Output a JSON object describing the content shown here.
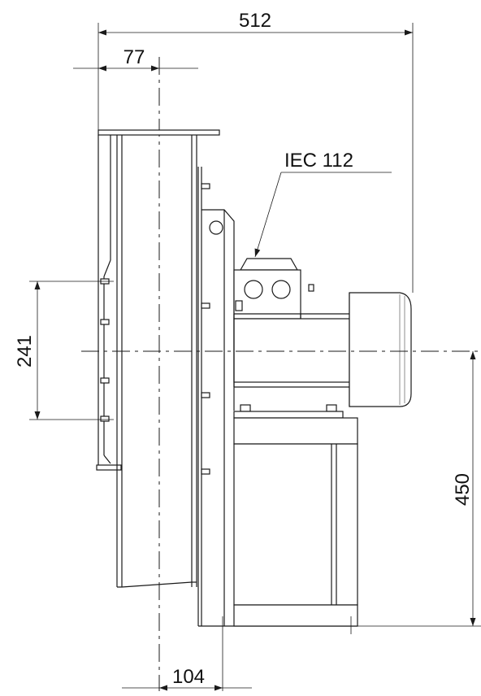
{
  "dimensions": {
    "overall_length": "512",
    "flange_offset": "77",
    "outlet_height": "241",
    "shaft_height": "450",
    "base_offset": "104"
  },
  "callout": {
    "motor_frame": "IEC 112"
  }
}
